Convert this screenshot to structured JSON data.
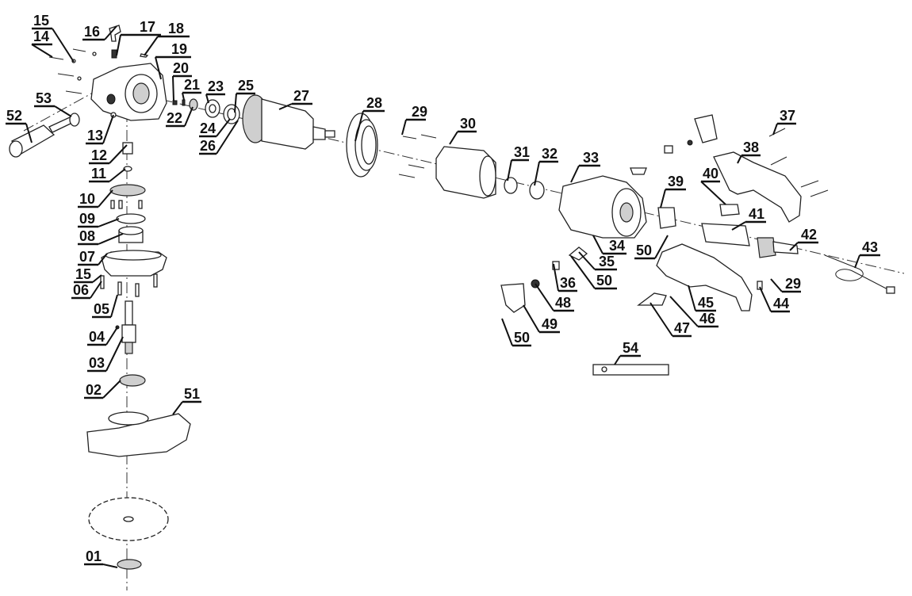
{
  "title": "Angle grinder exploded parts diagram",
  "labels": [
    {
      "id": "01",
      "text": "01"
    },
    {
      "id": "02",
      "text": "02"
    },
    {
      "id": "03",
      "text": "03"
    },
    {
      "id": "04",
      "text": "04"
    },
    {
      "id": "05",
      "text": "05"
    },
    {
      "id": "06",
      "text": "06"
    },
    {
      "id": "07",
      "text": "07"
    },
    {
      "id": "08",
      "text": "08"
    },
    {
      "id": "09",
      "text": "09"
    },
    {
      "id": "10",
      "text": "10"
    },
    {
      "id": "11",
      "text": "11"
    },
    {
      "id": "12",
      "text": "12"
    },
    {
      "id": "13",
      "text": "13"
    },
    {
      "id": "14",
      "text": "14"
    },
    {
      "id": "15a",
      "text": "15"
    },
    {
      "id": "15b",
      "text": "15"
    },
    {
      "id": "16",
      "text": "16"
    },
    {
      "id": "17",
      "text": "17"
    },
    {
      "id": "18",
      "text": "18"
    },
    {
      "id": "19",
      "text": "19"
    },
    {
      "id": "20",
      "text": "20"
    },
    {
      "id": "21",
      "text": "21"
    },
    {
      "id": "22",
      "text": "22"
    },
    {
      "id": "23",
      "text": "23"
    },
    {
      "id": "24",
      "text": "24"
    },
    {
      "id": "25",
      "text": "25"
    },
    {
      "id": "26",
      "text": "26"
    },
    {
      "id": "27",
      "text": "27"
    },
    {
      "id": "28",
      "text": "28"
    },
    {
      "id": "29a",
      "text": "29"
    },
    {
      "id": "29b",
      "text": "29"
    },
    {
      "id": "30",
      "text": "30"
    },
    {
      "id": "31",
      "text": "31"
    },
    {
      "id": "32",
      "text": "32"
    },
    {
      "id": "33",
      "text": "33"
    },
    {
      "id": "34",
      "text": "34"
    },
    {
      "id": "35",
      "text": "35"
    },
    {
      "id": "36",
      "text": "36"
    },
    {
      "id": "37",
      "text": "37"
    },
    {
      "id": "38",
      "text": "38"
    },
    {
      "id": "39",
      "text": "39"
    },
    {
      "id": "40",
      "text": "40"
    },
    {
      "id": "41",
      "text": "41"
    },
    {
      "id": "42",
      "text": "42"
    },
    {
      "id": "43",
      "text": "43"
    },
    {
      "id": "44",
      "text": "44"
    },
    {
      "id": "45",
      "text": "45"
    },
    {
      "id": "46",
      "text": "46"
    },
    {
      "id": "47",
      "text": "47"
    },
    {
      "id": "48",
      "text": "48"
    },
    {
      "id": "49",
      "text": "49"
    },
    {
      "id": "50a",
      "text": "50"
    },
    {
      "id": "50b",
      "text": "50"
    },
    {
      "id": "50c",
      "text": "50"
    },
    {
      "id": "51",
      "text": "51"
    },
    {
      "id": "52",
      "text": "52"
    },
    {
      "id": "53",
      "text": "53"
    },
    {
      "id": "54",
      "text": "54"
    }
  ]
}
